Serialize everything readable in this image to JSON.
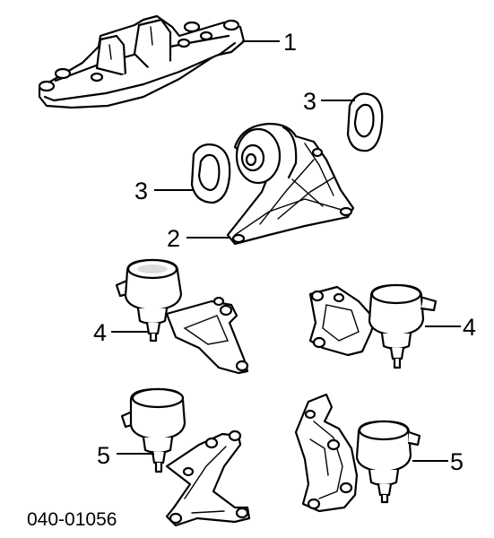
{
  "callouts": {
    "c1": "1",
    "c2": "2",
    "c3a": "3",
    "c3b": "3",
    "c4a": "4",
    "c4b": "4",
    "c5a": "5",
    "c5b": "5"
  },
  "figure_code": "040-01056"
}
